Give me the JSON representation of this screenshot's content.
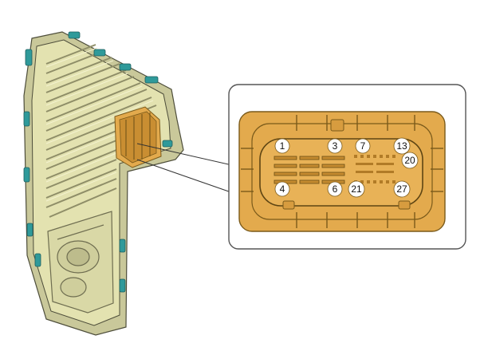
{
  "diagram": {
    "colors": {
      "module_body": "#e3e2b0",
      "module_shadow": "#b8b78a",
      "module_outline": "#4d4d3a",
      "clip": "#2f9a9a",
      "connector": "#e3aa4d",
      "connector_outline": "#7a5a1a",
      "callout_border": "#555555",
      "label_badge": "#ffffff"
    },
    "pin_labels": [
      {
        "id": "pin-1",
        "text": "1"
      },
      {
        "id": "pin-3",
        "text": "3"
      },
      {
        "id": "pin-7",
        "text": "7"
      },
      {
        "id": "pin-13",
        "text": "13"
      },
      {
        "id": "pin-20",
        "text": "20"
      },
      {
        "id": "pin-4",
        "text": "4"
      },
      {
        "id": "pin-6",
        "text": "6"
      },
      {
        "id": "pin-21",
        "text": "21"
      },
      {
        "id": "pin-27",
        "text": "27"
      }
    ]
  }
}
